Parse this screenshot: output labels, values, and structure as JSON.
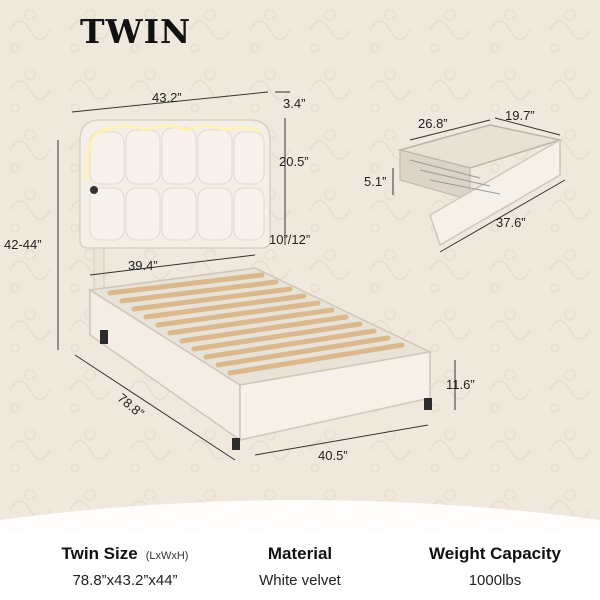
{
  "title": "TWIN",
  "dimensions": {
    "headboard_width": "43.2”",
    "headboard_depth": "3.4”",
    "headboard_height": "20.5”",
    "leg_clearance": "10”/12”",
    "total_height": "42-44”",
    "slat_width": "39.4”",
    "bed_length": "78.8”",
    "bed_width": "40.5”",
    "side_height": "11.6”"
  },
  "drawer": {
    "width": "26.8”",
    "depth": "19.7”",
    "height": "5.1”",
    "length": "37.6”"
  },
  "specs": [
    {
      "heading": "Twin Size",
      "note": "(LxWxH)",
      "value": "78.8”x43.2”x44”"
    },
    {
      "heading": "Material",
      "note": "",
      "value": "White velvet"
    },
    {
      "heading": "Weight Capacity",
      "note": "",
      "value": "1000lbs"
    }
  ],
  "colors": {
    "panel_bg": "#efe8dc",
    "fabric": "#f3eee6",
    "slat": "#d9b98d",
    "led": "#fff2b0"
  }
}
